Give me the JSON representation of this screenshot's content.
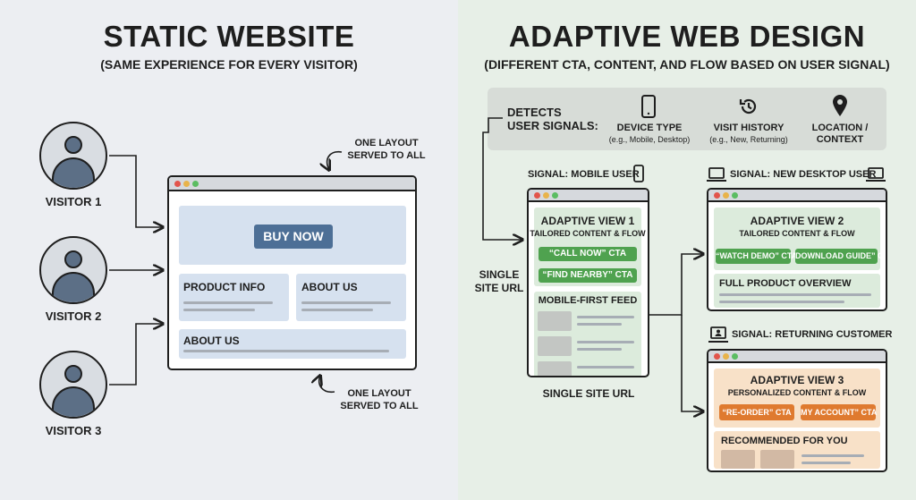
{
  "left": {
    "title": "STATIC WEBSITE",
    "subtitle": "(SAME EXPERIENCE FOR EVERY VISITOR)",
    "visitors": [
      "VISITOR 1",
      "VISITOR 2",
      "VISITOR 3"
    ],
    "note_top": [
      "ONE LAYOUT",
      "SERVED TO ALL"
    ],
    "note_bottom": [
      "ONE LAYOUT",
      "SERVED TO ALL"
    ],
    "browser": {
      "cta": "BUY NOW",
      "product_info": "PRODUCT INFO",
      "about_us_right": "ABOUT US",
      "about_us_bottom": "ABOUT US"
    }
  },
  "right": {
    "title": "ADAPTIVE WEB DESIGN",
    "subtitle": "(DIFFERENT CTA, CONTENT, AND FLOW BASED ON USER SIGNAL)",
    "detects": [
      "DETECTS",
      "USER SIGNALS:"
    ],
    "signals": [
      {
        "title": "DEVICE TYPE",
        "sub": "(e.g., Mobile, Desktop)",
        "icon": "phone-icon"
      },
      {
        "title": "VISIT HISTORY",
        "sub": "(e.g., New, Returning)",
        "icon": "history-icon"
      },
      {
        "title": "LOCATION /",
        "title2": "CONTEXT",
        "icon": "location-pin-icon"
      }
    ],
    "single_site_url_side": [
      "SINGLE",
      "SITE URL"
    ],
    "single_site_url_bottom": "SINGLE SITE URL",
    "view1": {
      "signal": "SIGNAL: MOBILE USER",
      "title": "ADAPTIVE VIEW 1",
      "sub": "TAILORED CONTENT & FLOW",
      "cta1": "“CALL NOW” CTA",
      "cta2": "“FIND NEARBY” CTA",
      "feed": "MOBILE-FIRST FEED"
    },
    "view2": {
      "signal": "SIGNAL: NEW DESKTOP USER",
      "title": "ADAPTIVE VIEW 2",
      "sub": "TAILORED CONTENT & FLOW",
      "cta1": "“WATCH DEMO” CTA",
      "cta2": "DOWNLOAD GUIDE” CTA",
      "section": "FULL PRODUCT OVERVIEW"
    },
    "view3": {
      "signal": "SIGNAL: RETURNING CUSTOMER",
      "title": "ADAPTIVE VIEW 3",
      "sub": "PERSONALIZED CONTENT & FLOW",
      "cta1": "“RE-ORDER” CTA",
      "cta2": "MY ACCOUNT” CTA",
      "section": "RECOMMENDED FOR YOU"
    }
  },
  "colors": {
    "blue_button": "#4d6f96",
    "green_button": "#4fa24f",
    "orange_button": "#df7a2f"
  }
}
